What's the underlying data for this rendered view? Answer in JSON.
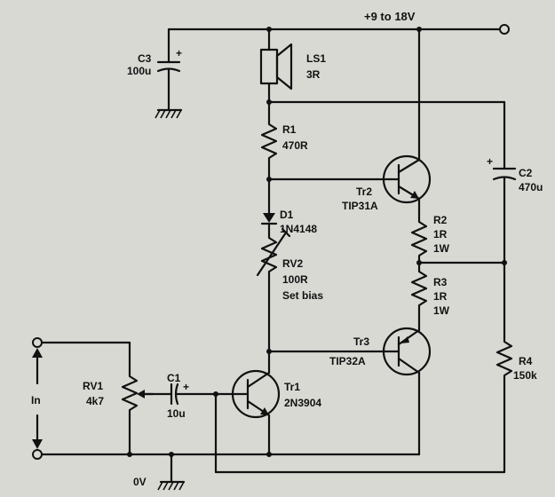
{
  "supply": {
    "label": "+9 to 18V"
  },
  "ground": {
    "label": "0V"
  },
  "input": {
    "label": "In"
  },
  "components": {
    "c3": {
      "ref": "C3",
      "value": "100u"
    },
    "ls1": {
      "ref": "LS1",
      "value": "3R"
    },
    "r1": {
      "ref": "R1",
      "value": "470R"
    },
    "d1": {
      "ref": "D1",
      "value": "1N4148"
    },
    "rv2": {
      "ref": "RV2",
      "value": "100R",
      "note": "Set bias"
    },
    "tr2": {
      "ref": "Tr2",
      "value": "TIP31A"
    },
    "c2": {
      "ref": "C2",
      "value": "470u"
    },
    "r2": {
      "ref": "R2",
      "value": "1R",
      "power": "1W"
    },
    "r3": {
      "ref": "R3",
      "value": "1R",
      "power": "1W"
    },
    "tr3": {
      "ref": "Tr3",
      "value": "TIP32A"
    },
    "r4": {
      "ref": "R4",
      "value": "150k"
    },
    "rv1": {
      "ref": "RV1",
      "value": "4k7"
    },
    "c1": {
      "ref": "C1",
      "value": "10u"
    },
    "tr1": {
      "ref": "Tr1",
      "value": "2N3904"
    }
  },
  "polarity": {
    "plus": "+"
  }
}
